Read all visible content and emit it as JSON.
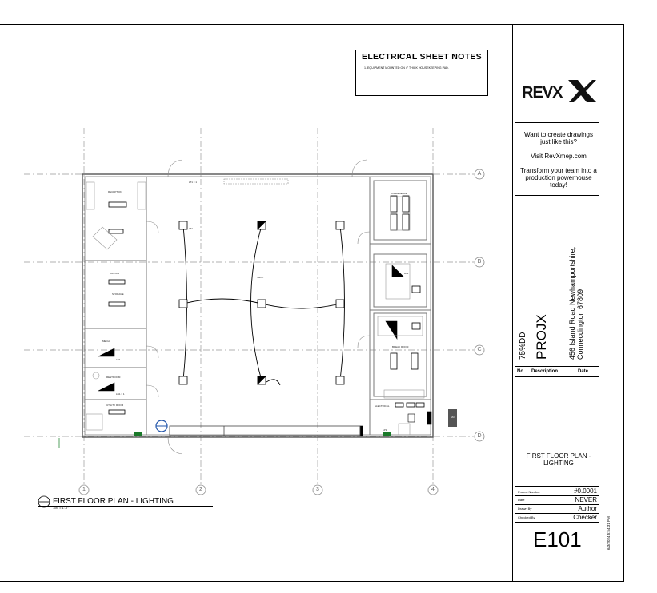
{
  "notes": {
    "title": "ELECTRICAL SHEET NOTES",
    "items": [
      "1.      EQUIPMENT MOUNTED ON 4\" THICK HOUSEKEEPING PAD."
    ]
  },
  "logo": {
    "text": "REVX"
  },
  "promo": {
    "line1": "Want to create drawings just like this?",
    "line2": "Visit RevXmep.com",
    "line3": "Transform your team into a production powerhouse today!"
  },
  "project": {
    "status": "75%DD",
    "name": "PROJX",
    "address": "456 Island Road Newhamportshire, Connecdington 67809"
  },
  "revisions": {
    "col_no": "No.",
    "col_desc": "Description",
    "col_date": "Date"
  },
  "sheet": {
    "title": "FIRST FLOOR PLAN - LIGHTING",
    "project_number_label": "Project Number",
    "project_number": "#0.0001",
    "date_label": "Date",
    "date": "NEVER",
    "drawn_by_label": "Drawn By",
    "drawn_by": "Author",
    "checked_by_label": "Checked By",
    "checked_by": "Checker",
    "number": "E101",
    "timestamp": "6/3/2024 5:54:31 PM"
  },
  "plan": {
    "title": "FIRST FLOOR PLAN - LIGHTING",
    "scale": "1/8\" = 1'-0\"",
    "grid_cols": [
      "1",
      "2",
      "3",
      "4"
    ],
    "grid_rows": [
      "A",
      "B",
      "C",
      "D"
    ],
    "rooms": [
      "RECEPTION",
      "OFFICE",
      "STORAGE",
      "SHOP",
      "CONFERENCE",
      "MECH",
      "RESTROOM",
      "BREAK ROOM",
      "UTILITY ROOM",
      "ELECTRICAL"
    ],
    "fixture_tags": [
      "LT1",
      "LT1 = 1",
      "A74",
      "LN1",
      "LN1 = 1",
      "LP1",
      "EM"
    ]
  }
}
